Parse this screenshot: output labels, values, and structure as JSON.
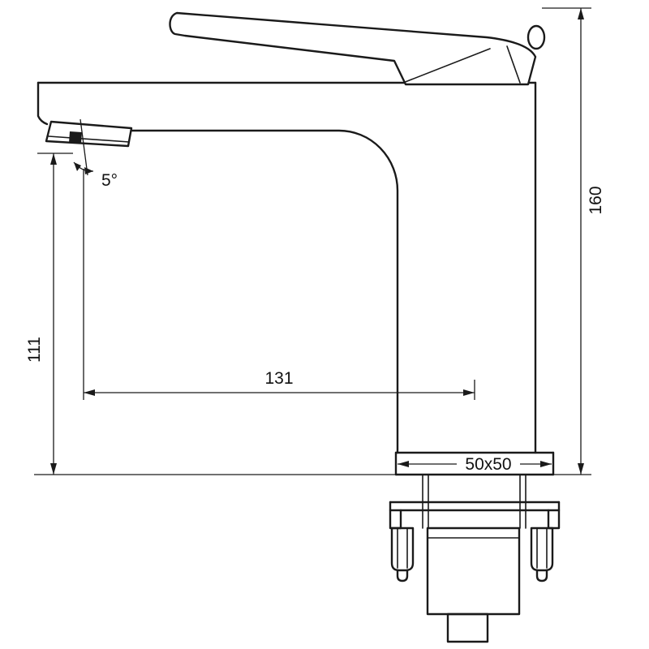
{
  "annotations": {
    "overall_height": "160",
    "spout_height": "111",
    "spout_reach": "131",
    "base_size": "50x50",
    "aerator_angle": "5°"
  }
}
